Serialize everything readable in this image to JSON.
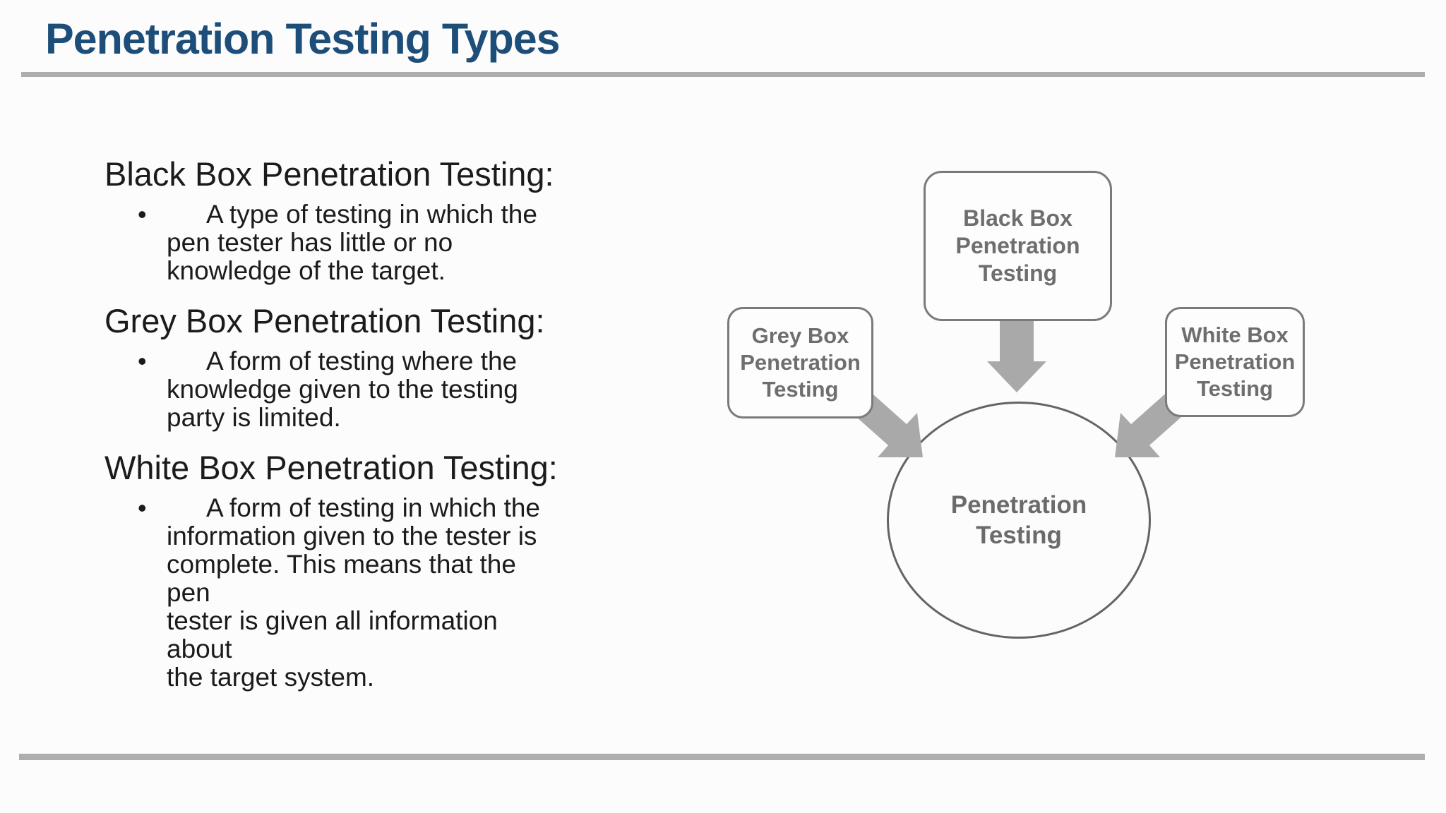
{
  "slide": {
    "title": "Penetration Testing Types",
    "bullet_char": "•",
    "sections": [
      {
        "heading": "Black Box Penetration Testing:",
        "bullet": "A type of testing in which the\npen tester has little or no\nknowledge of the target."
      },
      {
        "heading": "Grey Box Penetration Testing:",
        "bullet": "A form of testing where the\nknowledge given to the testing\nparty is limited."
      },
      {
        "heading": "White Box Penetration Testing:",
        "bullet": "A form of testing in which the\ninformation given to the tester is\ncomplete. This means that the pen\ntester is given all information about\nthe target system."
      }
    ],
    "diagram": {
      "top_box": "Black Box\nPenetration\nTesting",
      "left_box": "Grey Box\nPenetration\nTesting",
      "right_box": "White Box\nPenetration\nTesting",
      "center_circle": "Penetration\nTesting"
    },
    "colors": {
      "title_text": "#1d4e79",
      "rule_gray": "#aeaeae",
      "body_text": "#1b1b1b",
      "diagram_text": "#6e6e6e",
      "diagram_border": "#7a7a7a",
      "arrow_gray": "#a9a9a9",
      "circle_border": "#646464",
      "background": "#fcfcfc"
    }
  }
}
